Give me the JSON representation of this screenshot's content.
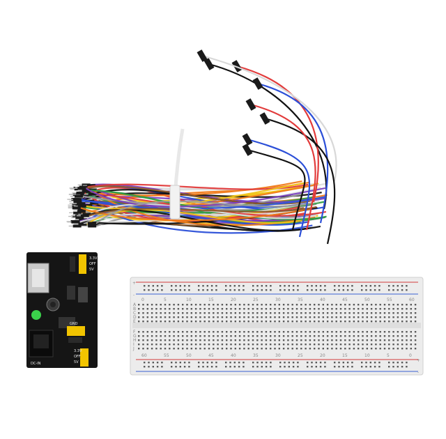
{
  "power_module": {
    "labels": [
      "3.3V",
      "OFF",
      "5V",
      "GND",
      "3.3V",
      "OFF",
      "5V",
      "DC-IN"
    ]
  },
  "breadcard": {
    "top_numbers": [
      "0",
      "5",
      "10",
      "15",
      "20",
      "25",
      "30",
      "35",
      "40",
      "45",
      "50",
      "55",
      "60"
    ],
    "bottom_numbers": [
      "60",
      "55",
      "50",
      "45",
      "40",
      "35",
      "30",
      "25",
      "20",
      "15",
      "10",
      "5",
      "0"
    ],
    "row_letters_top": [
      "A",
      "B",
      "C",
      "D",
      "E"
    ],
    "row_letters_bottom": [
      "F",
      "G",
      "H",
      "I",
      "J"
    ],
    "plus": "+",
    "minus": "-"
  },
  "colors": {
    "rail_red": "#d23a3a",
    "rail_blue": "#3a5fd2",
    "board_black": "#151515",
    "jumper_yellow": "#f2c400"
  }
}
